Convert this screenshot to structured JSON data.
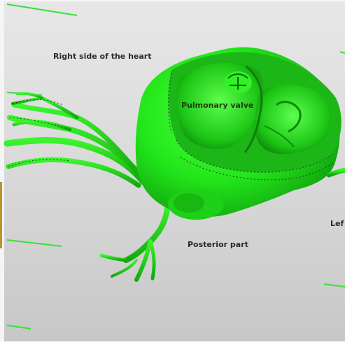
{
  "viewport": {
    "labels": {
      "right_side": "Right side of the heart",
      "pulmonary_valve": "Pulmonary valve",
      "posterior_part": "Posterior part",
      "left_cut": "Lef"
    },
    "colors": {
      "background": "#dcdcdc",
      "model": "#22e61a",
      "model_shadow": "#0f8a0c",
      "guide_lines": "#39e039",
      "label_text": "#2b2b2b"
    }
  }
}
